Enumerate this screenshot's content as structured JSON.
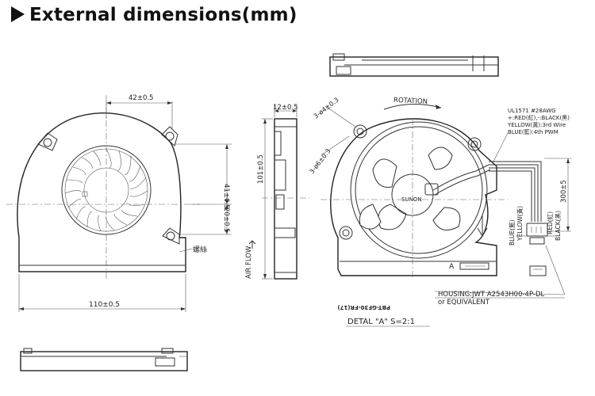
{
  "header": {
    "title": "External dimensions(mm)"
  },
  "front_view": {
    "dim_top": "42±0.5",
    "dim_right_upper": "41±0.5",
    "dim_right_lower": "20±0.5",
    "dim_bottom": "110±0.5",
    "screw_label": "螺絲"
  },
  "side_view": {
    "dim_thickness": "12±0.5",
    "dim_height": "101±0.5",
    "air_flow": "AIR FLOW"
  },
  "back_view": {
    "rotation": "ROTATION",
    "hole_small": "3-ø4±0.3",
    "hole_large": "3-ø6±0.3",
    "brand": "SUNON",
    "detail_marker": "A",
    "cable_length": "300±5",
    "wire_spec": [
      "UL1571  #28AWG",
      "+:RED(紅),-:BLACK(黑)",
      "YELLOW(黃):3rd Wire",
      "BLUE(藍):4th PWM"
    ],
    "wire_labels": [
      "BLUE(藍)",
      "YELLOW(黃)",
      "RED(紅)",
      "BLACK(黑)"
    ],
    "housing": "HOUSING:JWT  A2543H00-4P-DL",
    "housing2": "or EQUIVALENT",
    "detail_label": "DETAL \"A\" S=2:1",
    "label_code": "PBT-GF30-FR(17)"
  }
}
